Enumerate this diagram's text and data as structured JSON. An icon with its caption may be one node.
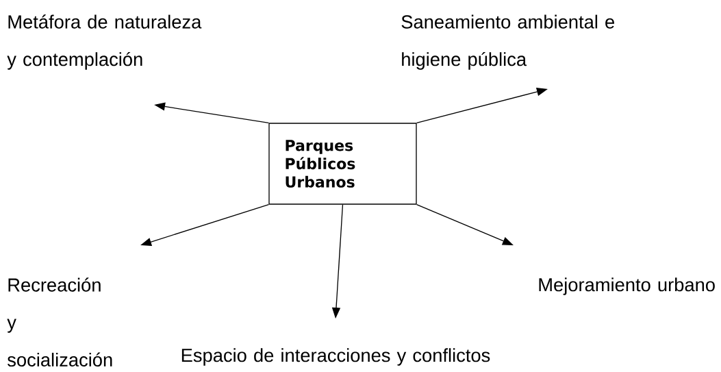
{
  "diagram": {
    "nodes": [
      {
        "text": [
          "Metáfora de naturaleza y contemplación"
        ]
      },
      {
        "text": [
          "Saneamiento ambiental e higiene pública"
        ]
      },
      {
        "text": [
          "Parques Públicos Urbanos"
        ]
      },
      {
        "text": [
          "Recreación y socialización"
        ]
      },
      {
        "text": [
          "Mejoramiento urbano"
        ]
      },
      {
        "text": [
          "Espacio de interacciones y conflictos"
        ]
      }
    ],
    "edges": [
      {
        "from": 2,
        "to": 0,
        "arrow": "to"
      },
      {
        "from": 2,
        "to": 1,
        "arrow": "to"
      },
      {
        "from": 2,
        "to": 3,
        "arrow": "to"
      },
      {
        "from": 2,
        "to": 4,
        "arrow": "to"
      },
      {
        "from": 2,
        "to": 5,
        "arrow": "to"
      }
    ]
  }
}
